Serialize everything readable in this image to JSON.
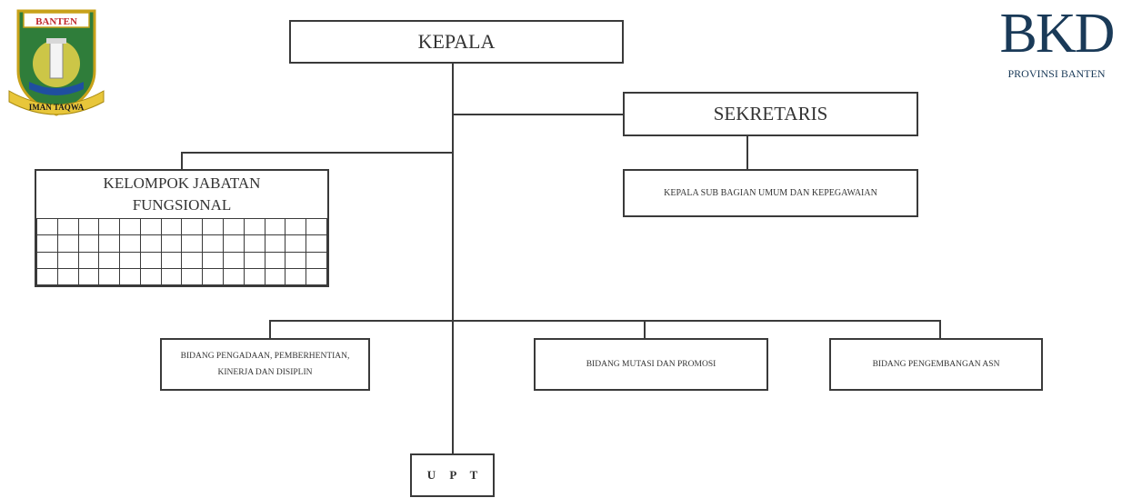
{
  "logos": {
    "province_emblem": {
      "icon": "banten-emblem-icon",
      "banner_top": "BANTEN",
      "banner_bottom": "IMAN TAQWA"
    },
    "bkd": {
      "title": "BKD",
      "subtitle": "PROVINSI BANTEN",
      "color": "#1a3a58"
    }
  },
  "org": {
    "kepala": "KEPALA",
    "sekretaris": "SEKRETARIS",
    "subbag_umum": "KEPALA SUB BAGIAN UMUM DAN KEPEGAWAIAN",
    "kelompok_jabatan": "KELOMPOK JABATAN FUNGSIONAL",
    "bidang_pengadaan": "BIDANG PENGADAAN, PEMBERHENTIAN, KINERJA DAN DISIPLIN",
    "bidang_mutasi": "BIDANG MUTASI DAN PROMOSI",
    "bidang_pengembangan": "BIDANG PENGEMBANGAN ASN",
    "upt": "U P T"
  },
  "colors": {
    "line": "#3a3a3a",
    "text": "#333333"
  }
}
